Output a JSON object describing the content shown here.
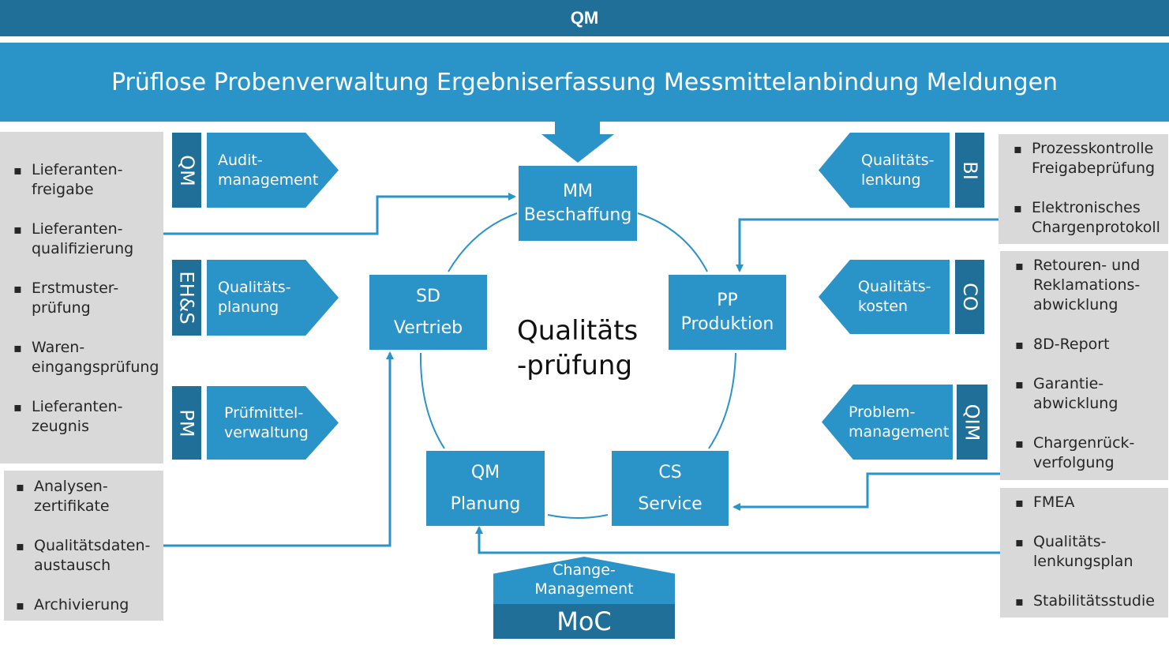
{
  "header": {
    "title": "QM"
  },
  "band": {
    "text": "Prüflose Probenverwaltung Ergebniserfassung  Messmittelanbindung Meldungen"
  },
  "center": {
    "line1": "Qualitäts",
    "line2": "-prüfung"
  },
  "modules": {
    "mm": {
      "line1": "MM",
      "line2": "Beschaffung"
    },
    "sd": {
      "line1": "SD",
      "line2": "Vertrieb"
    },
    "pp": {
      "line1": "PP",
      "line2": "Produktion"
    },
    "qm": {
      "line1": "QM",
      "line2": "Planung"
    },
    "cs": {
      "line1": "CS",
      "line2": "Service"
    }
  },
  "left_tags": [
    {
      "tag": "QM",
      "line1": "Audit-",
      "line2": "management"
    },
    {
      "tag": "EH&S",
      "line1": "Qualitäts-",
      "line2": "planung"
    },
    {
      "tag": "PM",
      "line1": "Prüfmittel-",
      "line2": "verwaltung"
    }
  ],
  "right_tags": [
    {
      "tag": "BI",
      "line1": "Qualitäts-",
      "line2": "lenkung"
    },
    {
      "tag": "CO",
      "line1": "Qualitäts-",
      "line2": "kosten"
    },
    {
      "tag": "QIM",
      "line1": "Problem-",
      "line2": "management"
    }
  ],
  "left_list_1": [
    {
      "l1": "Lieferanten-",
      "l2": "freigabe"
    },
    {
      "l1": "Lieferanten-",
      "l2": "qualifizierung"
    },
    {
      "l1": "Erstmuster-",
      "l2": "prüfung"
    },
    {
      "l1": "Waren-",
      "l2": "eingangsprüfung"
    },
    {
      "l1": "Lieferanten-",
      "l2": "zeugnis"
    }
  ],
  "left_list_2": [
    {
      "l1": "Analysen-",
      "l2": "zertifikate"
    },
    {
      "l1": "Qualitätsdaten-",
      "l2": "austausch"
    },
    {
      "l1": "Archivierung",
      "l2": ""
    }
  ],
  "right_list_1": [
    {
      "l1": "Prozesskontrolle",
      "l2": "Freigabeprüfung"
    },
    {
      "l1": "Elektronisches",
      "l2": "Chargenprotokoll"
    }
  ],
  "right_list_2": [
    {
      "l1": "Retouren- und",
      "l2": "Reklamations-",
      "l3": "abwicklung"
    },
    {
      "l1": "8D-Report",
      "l2": "",
      "l3": ""
    },
    {
      "l1": "Garantie-",
      "l2": "abwicklung",
      "l3": ""
    },
    {
      "l1": "Chargenrück-",
      "l2": "verfolgung",
      "l3": ""
    }
  ],
  "right_list_3": [
    {
      "l1": "FMEA",
      "l2": ""
    },
    {
      "l1": "Qualitäts-",
      "l2": "lenkungsplan"
    },
    {
      "l1": "Stabilitätsstudie",
      "l2": ""
    }
  ],
  "moc": {
    "top1": "Change-",
    "top2": "Management",
    "bottom": "MoC"
  },
  "colors": {
    "dark": "#1f6f99",
    "mid": "#2a93c8",
    "grey": "#d9d9d9"
  }
}
